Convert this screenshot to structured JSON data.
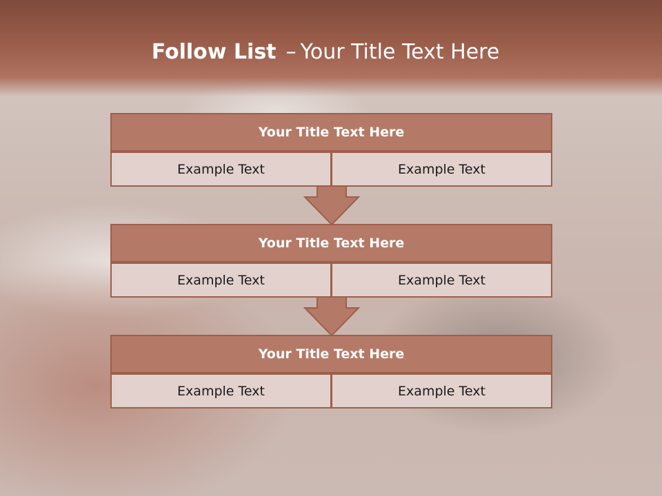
{
  "slide": {
    "title_bold": "Follow List",
    "title_dash": "–",
    "title_rest": "Your Title Text Here"
  },
  "blocks": [
    {
      "title": "Your Title Text Here",
      "left": "Example Text",
      "right": "Example Text"
    },
    {
      "title": "Your Title Text Here",
      "left": "Example Text",
      "right": "Example Text"
    },
    {
      "title": "Your Title Text Here",
      "left": "Example Text",
      "right": "Example Text"
    }
  ],
  "colors": {
    "header_band": "#9a5d4a",
    "box_title_fill": "#b47a67",
    "box_border": "#9c5f4b",
    "cell_fill": "#e2d1cd",
    "arrow_fill": "#b47a67"
  }
}
